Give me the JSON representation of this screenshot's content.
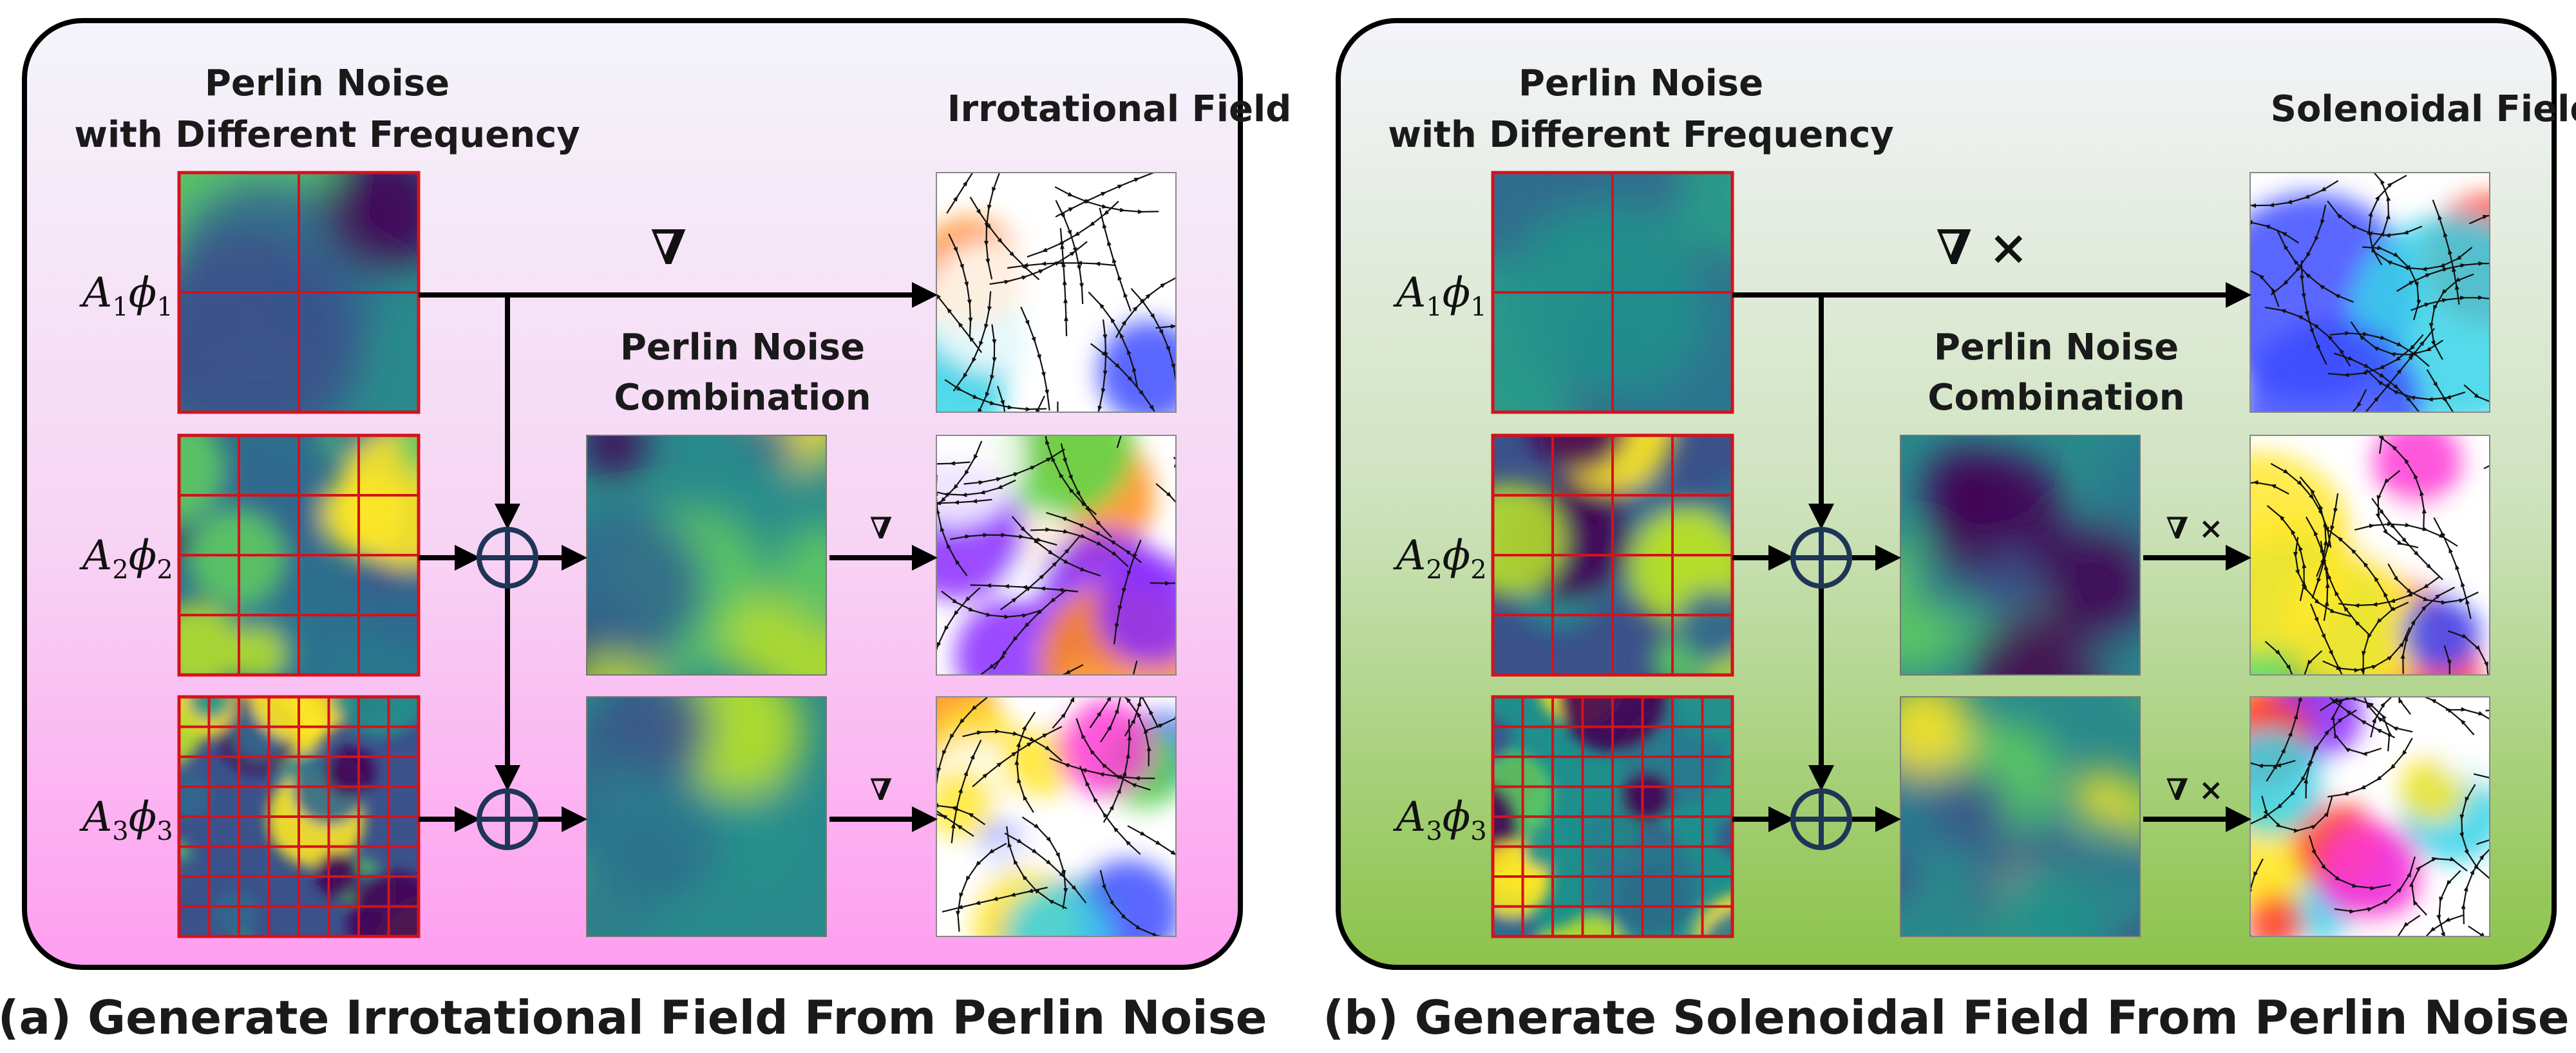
{
  "panels": [
    {
      "id": "a",
      "noise_title_line1": "Perlin Noise",
      "noise_title_line2": "with Different Frequency",
      "field_title": "Irrotational Field",
      "combination_line1": "Perlin Noise",
      "combination_line2": "Combination",
      "operator_main": "∇",
      "operator_small": "∇",
      "caption": "(a) Generate Irrotational Field From Perlin Noise",
      "background_top": "#f4f4fa",
      "background_bottom": "#ff9ef0",
      "row_labels": [
        {
          "coef": "A",
          "coef_sub": "1",
          "func": "ϕ",
          "func_sub": "1"
        },
        {
          "coef": "A",
          "coef_sub": "2",
          "func": "ϕ",
          "func_sub": "2"
        },
        {
          "coef": "A",
          "coef_sub": "3",
          "func": "ϕ",
          "func_sub": "3"
        }
      ],
      "grid_divisions": [
        2,
        4,
        8
      ]
    },
    {
      "id": "b",
      "noise_title_line1": "Perlin Noise",
      "noise_title_line2": "with Different Frequency",
      "field_title": "Solenoidal Field",
      "combination_line1": "Perlin Noise",
      "combination_line2": "Combination",
      "operator_main": "∇ ×",
      "operator_small": "∇ ×",
      "caption": "(b) Generate Solenoidal Field From Perlin Noise",
      "background_top": "#f4f4fa",
      "background_bottom": "#8bc34a",
      "row_labels": [
        {
          "coef": "A",
          "coef_sub": "1",
          "func": "ϕ",
          "func_sub": "1"
        },
        {
          "coef": "A",
          "coef_sub": "2",
          "func": "ϕ",
          "func_sub": "2"
        },
        {
          "coef": "A",
          "coef_sub": "3",
          "func": "ϕ",
          "func_sub": "3"
        }
      ],
      "grid_divisions": [
        2,
        4,
        8
      ]
    }
  ],
  "colors": {
    "grid_line": "#d8101a",
    "arrow": "#000000",
    "plus_circle": "#1f3556",
    "panel_border": "#000000"
  }
}
